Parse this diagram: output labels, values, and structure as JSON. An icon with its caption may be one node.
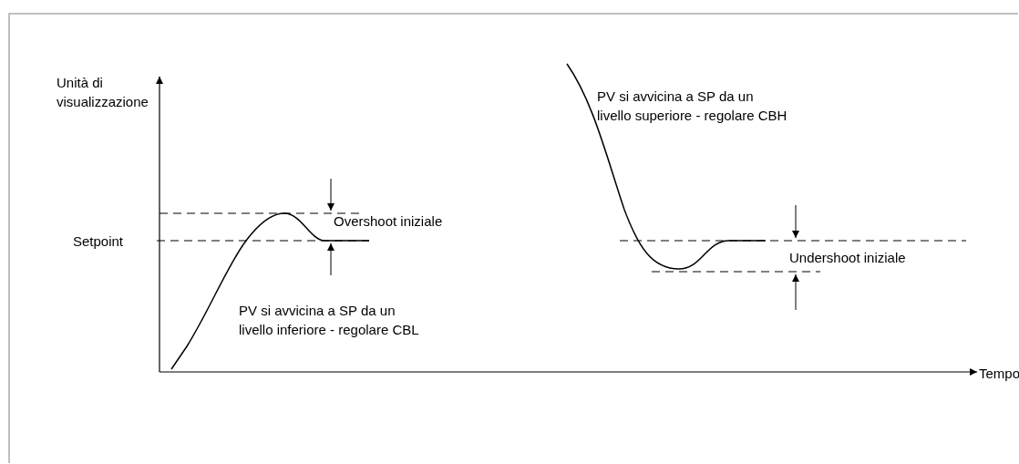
{
  "diagram": {
    "labels": [
      "Unità di visualizzazione",
      "PV si avvicina a SP da un livello superiore - regolare CBH",
      "Overshoot iniziale",
      "Setpoint",
      "Undershoot iniziale",
      "PV si avvicina a SP da un livello inferiore - regolare CBL",
      "Tempo"
    ]
  }
}
